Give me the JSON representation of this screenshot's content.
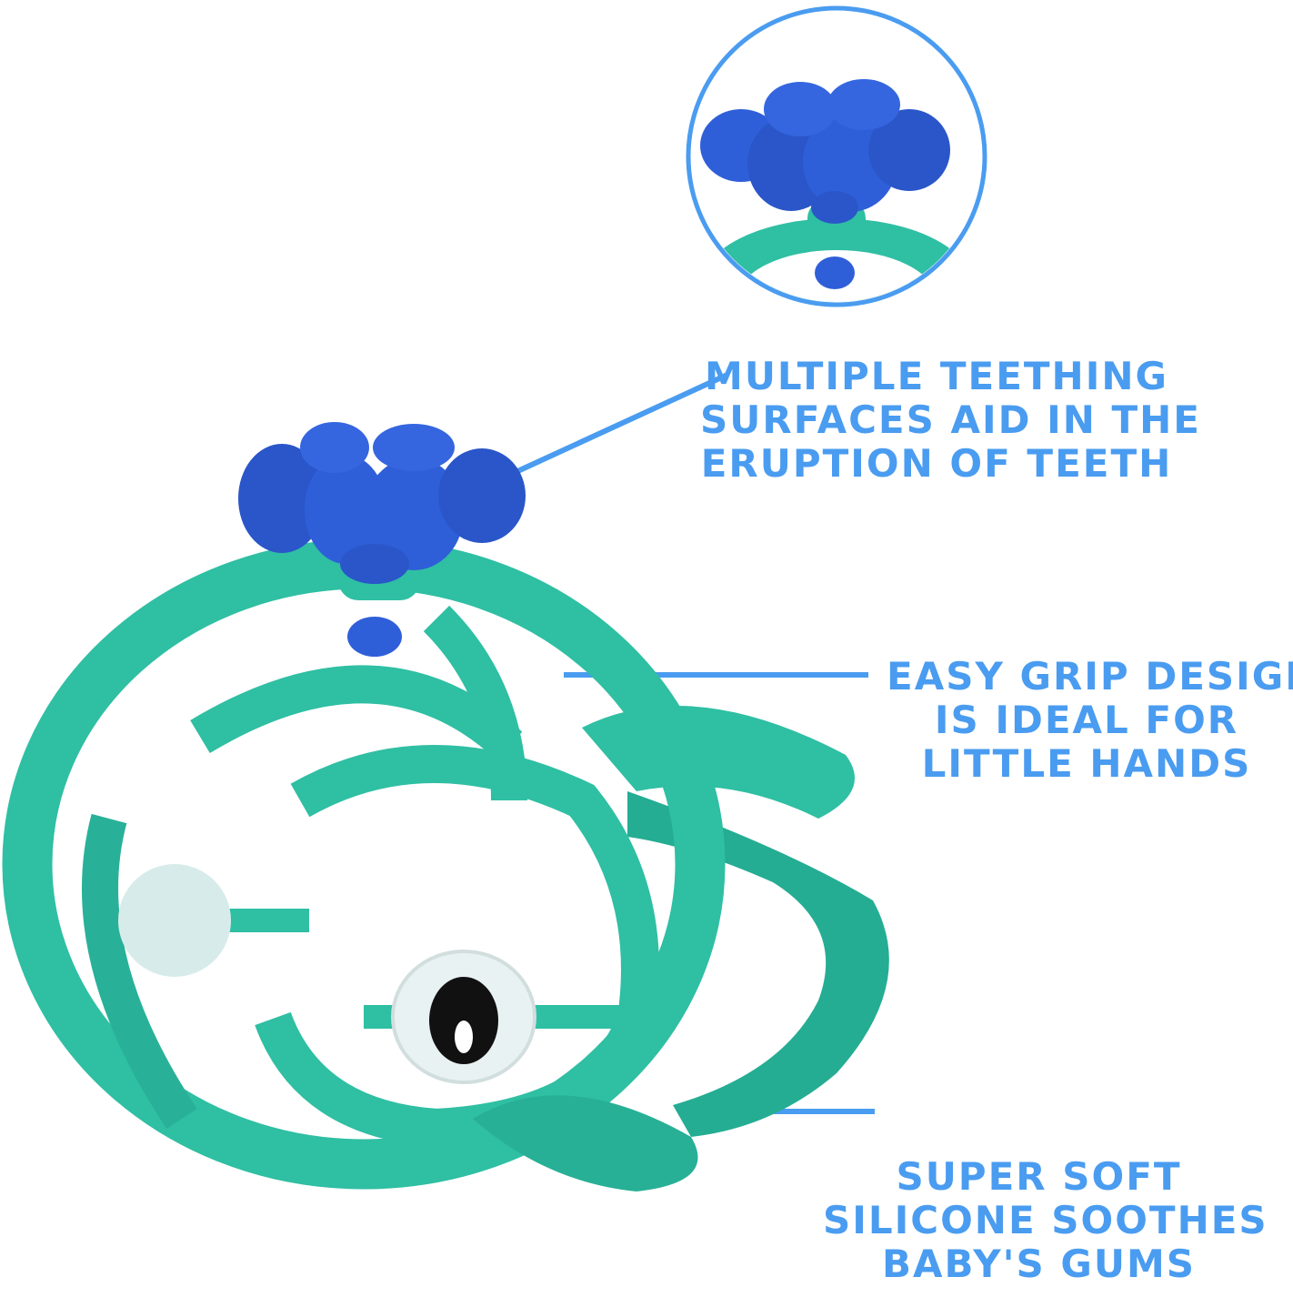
{
  "colors": {
    "accent": "#4a9cf0",
    "silicone": "#2fbfa3",
    "silicone_dark": "#1f9f86",
    "topper": "#2f5fd8",
    "eye_white": "#e9f2f2",
    "pupil": "#111111"
  },
  "callouts": [
    {
      "lines": [
        "MULTIPLE TEETHING",
        "SURFACES AID IN THE",
        "ERUPTION OF TEETH"
      ]
    },
    {
      "lines": [
        "EASY GRIP DESIGN",
        "IS IDEAL FOR",
        "LITTLE HANDS"
      ]
    },
    {
      "lines": [
        "SUPER SOFT",
        "SILICONE SOOTHES",
        "BABY'S GUMS"
      ]
    }
  ],
  "icons": [
    "teether-closeup-icon",
    "whale-teether-icon"
  ]
}
